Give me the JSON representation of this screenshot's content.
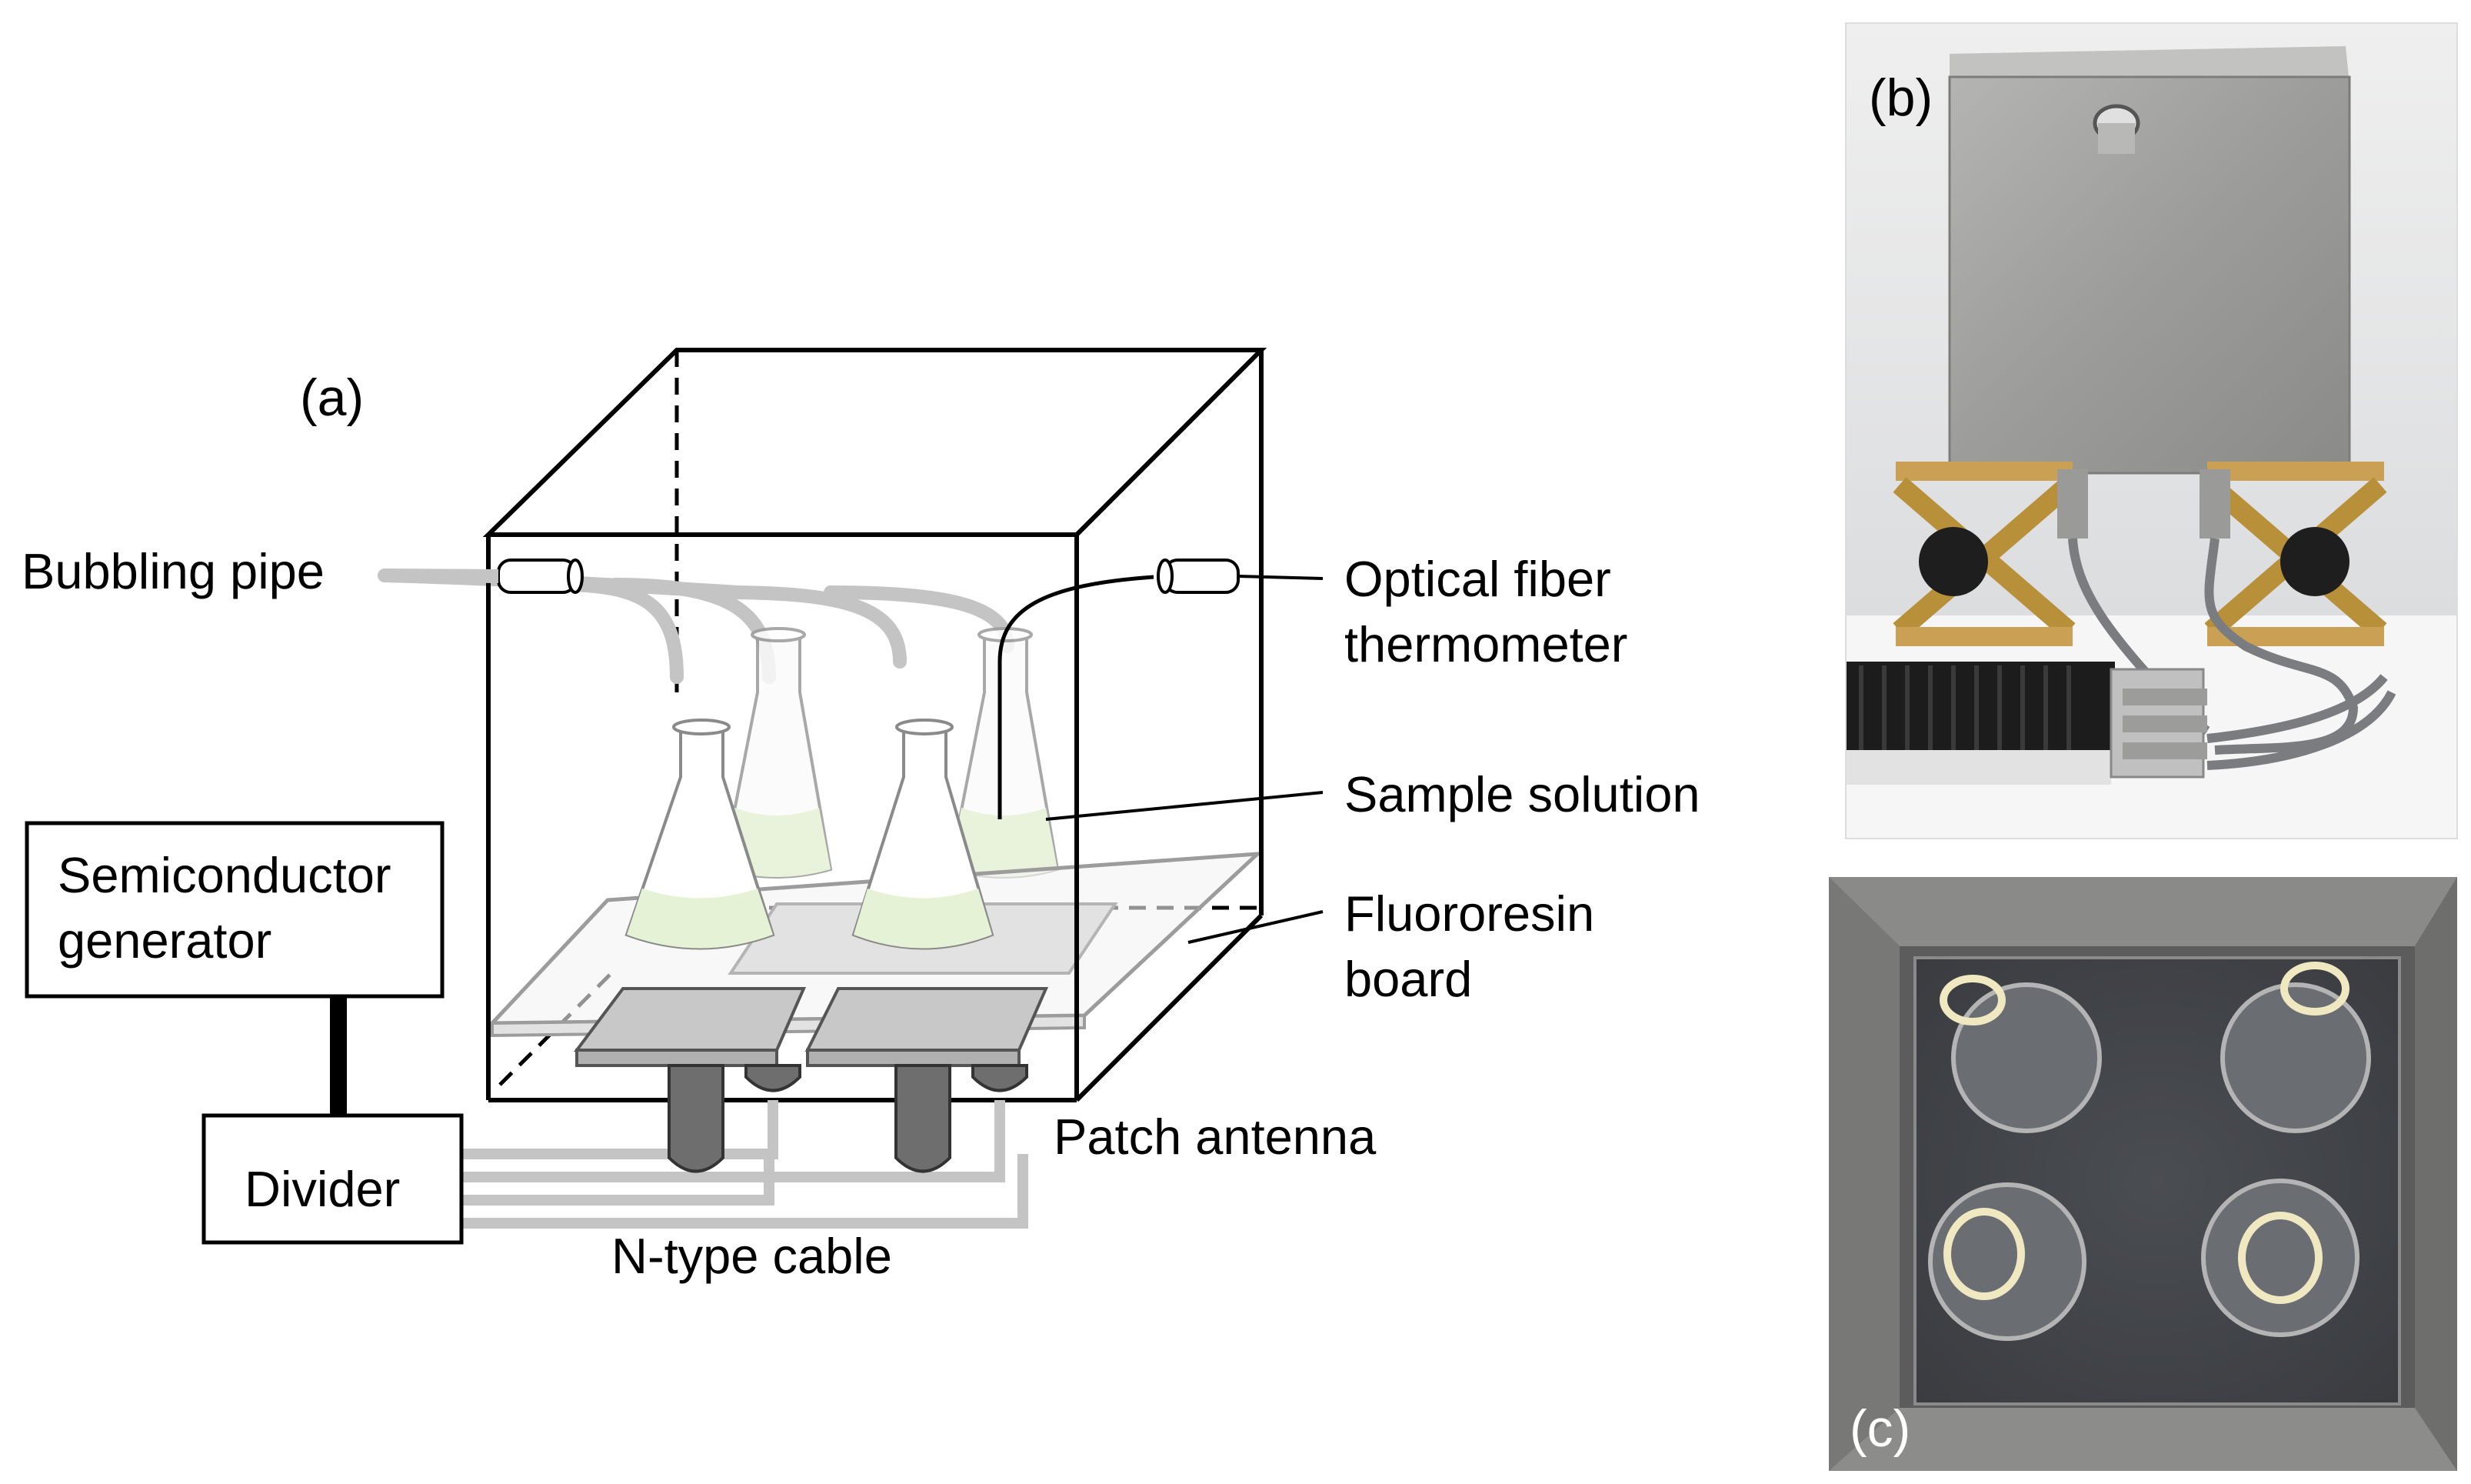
{
  "panels": {
    "a": {
      "label": "(a)"
    },
    "b": {
      "label": "(b)"
    },
    "c": {
      "label": "(c)"
    }
  },
  "labels": {
    "bubbling_pipe": "Bubbling pipe",
    "optical_fiber_line1": "Optical fiber",
    "optical_fiber_line2": "thermometer",
    "sample_solution": "Sample solution",
    "fluororesin_line1": "Fluororesin",
    "fluororesin_line2": "board",
    "semiconductor_line1": "Semiconductor",
    "semiconductor_line2": "generator",
    "divider": "Divider",
    "patch_antenna": "Patch antenna",
    "n_type_cable": "N-type cable"
  },
  "colors": {
    "liquid": "#e6f2d6",
    "antenna_plate": "#c8c8c8",
    "cable_dark": "#6e6e6e",
    "pipe": "#c4c4c4",
    "steel": "#9a9a9a",
    "brass": "#b8903a",
    "photo_c_bg": "#5c5c5c"
  }
}
